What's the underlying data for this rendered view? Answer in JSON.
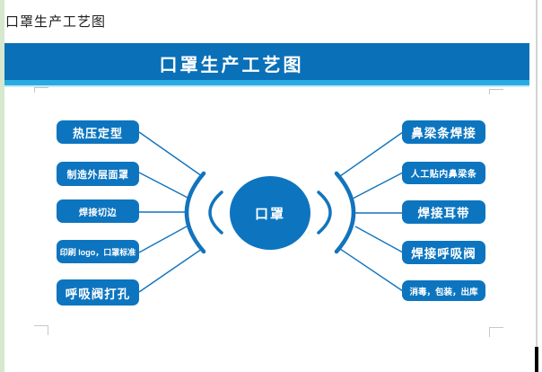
{
  "window": {
    "doc_text_line": "口罩生产工艺图"
  },
  "diagram": {
    "banner_title": "口罩生产工艺图",
    "center_label": "口罩",
    "left_steps": [
      {
        "label": "热压定型"
      },
      {
        "label": "制造外层面罩"
      },
      {
        "label": "焊接切边"
      },
      {
        "label": "印刷 logo，口罩标准"
      },
      {
        "label": "呼吸阀打孔"
      }
    ],
    "right_steps": [
      {
        "label": "鼻梁条焊接"
      },
      {
        "label": "人工贴内鼻梁条"
      },
      {
        "label": "焊接耳带"
      },
      {
        "label": "焊接呼吸阀"
      },
      {
        "label": "消毒，包装，出库"
      }
    ]
  },
  "colors": {
    "banner_blue": "#0a70b8",
    "accent_light": "#29abe2",
    "shape_blue": "#0d75bf",
    "margin_green": "#d6e9ce",
    "connector_blue": "#1274bc"
  }
}
